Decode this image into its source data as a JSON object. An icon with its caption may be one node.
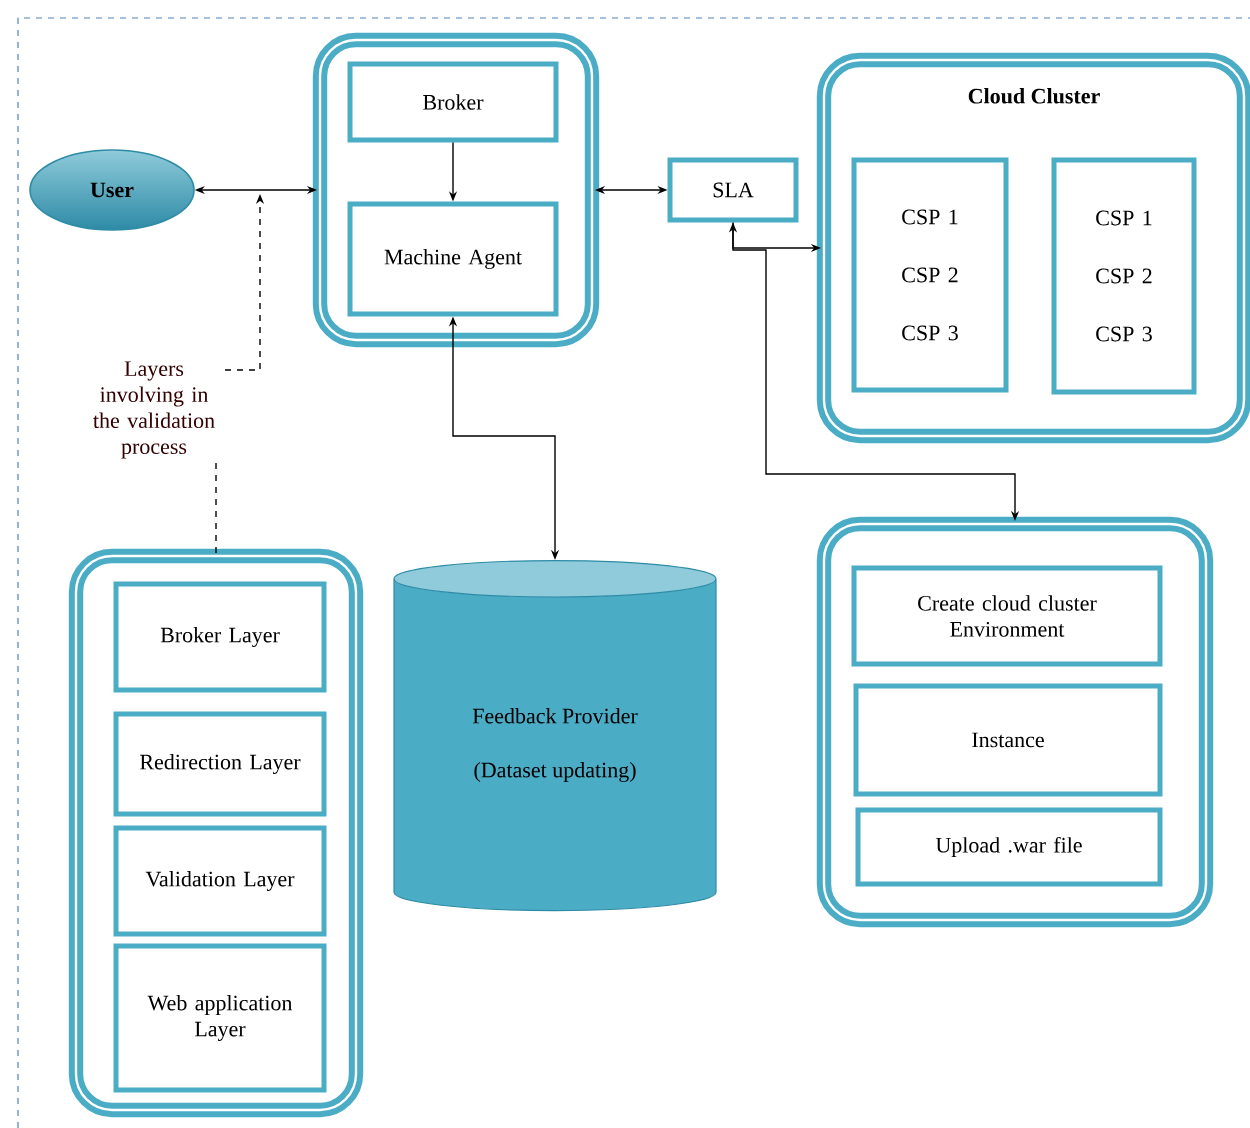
{
  "diagram": {
    "nodes": [
      {
        "text": [
          "User"
        ]
      },
      {
        "text": [],
        "shape": "box"
      },
      {
        "text": [
          "Broker"
        ],
        "in": 1
      },
      {
        "text": [
          "Machine Agent"
        ],
        "in": 1
      },
      {
        "text": [
          "SLA"
        ]
      },
      {
        "text": [
          "Cloud Cluster"
        ]
      },
      {
        "text": [
          "CSP 1",
          "CSP 2",
          "CSP 3"
        ],
        "in": 5
      },
      {
        "text": [
          "CSP 1",
          "CSP 2",
          "CSP 3"
        ],
        "in": 5
      },
      {
        "text": [],
        "shape": "box"
      },
      {
        "text": [
          "Broker Layer"
        ],
        "in": 8
      },
      {
        "text": [
          "Redirection Layer"
        ],
        "in": 8
      },
      {
        "text": [
          "Validation Layer"
        ],
        "in": 8
      },
      {
        "text": [
          "Web application Layer"
        ],
        "in": 8
      },
      {
        "text": [
          "Feedback Provider",
          "(Dataset updating)"
        ]
      },
      {
        "text": [],
        "shape": "box"
      },
      {
        "text": [
          "Create cloud cluster Environment"
        ],
        "in": 14
      },
      {
        "text": [
          "Instance"
        ],
        "in": 14
      },
      {
        "text": [
          "Upload .war file"
        ],
        "in": 14
      }
    ],
    "edges": [
      {
        "from": 2,
        "to": 3,
        "arrow": "to"
      },
      {
        "from": 0,
        "to": 1,
        "arrow": "both"
      },
      {
        "from": 1,
        "to": 4,
        "arrow": "both"
      },
      {
        "from": 4,
        "to": 5,
        "arrow": "both"
      },
      {
        "from": 4,
        "to": 14,
        "arrow": "to"
      },
      {
        "from": 3,
        "to": 13,
        "arrow": "both"
      },
      {
        "from": 8,
        "to": null,
        "arrow": "to",
        "style": "dashed",
        "label": "Layers involving in the validation process"
      }
    ]
  }
}
